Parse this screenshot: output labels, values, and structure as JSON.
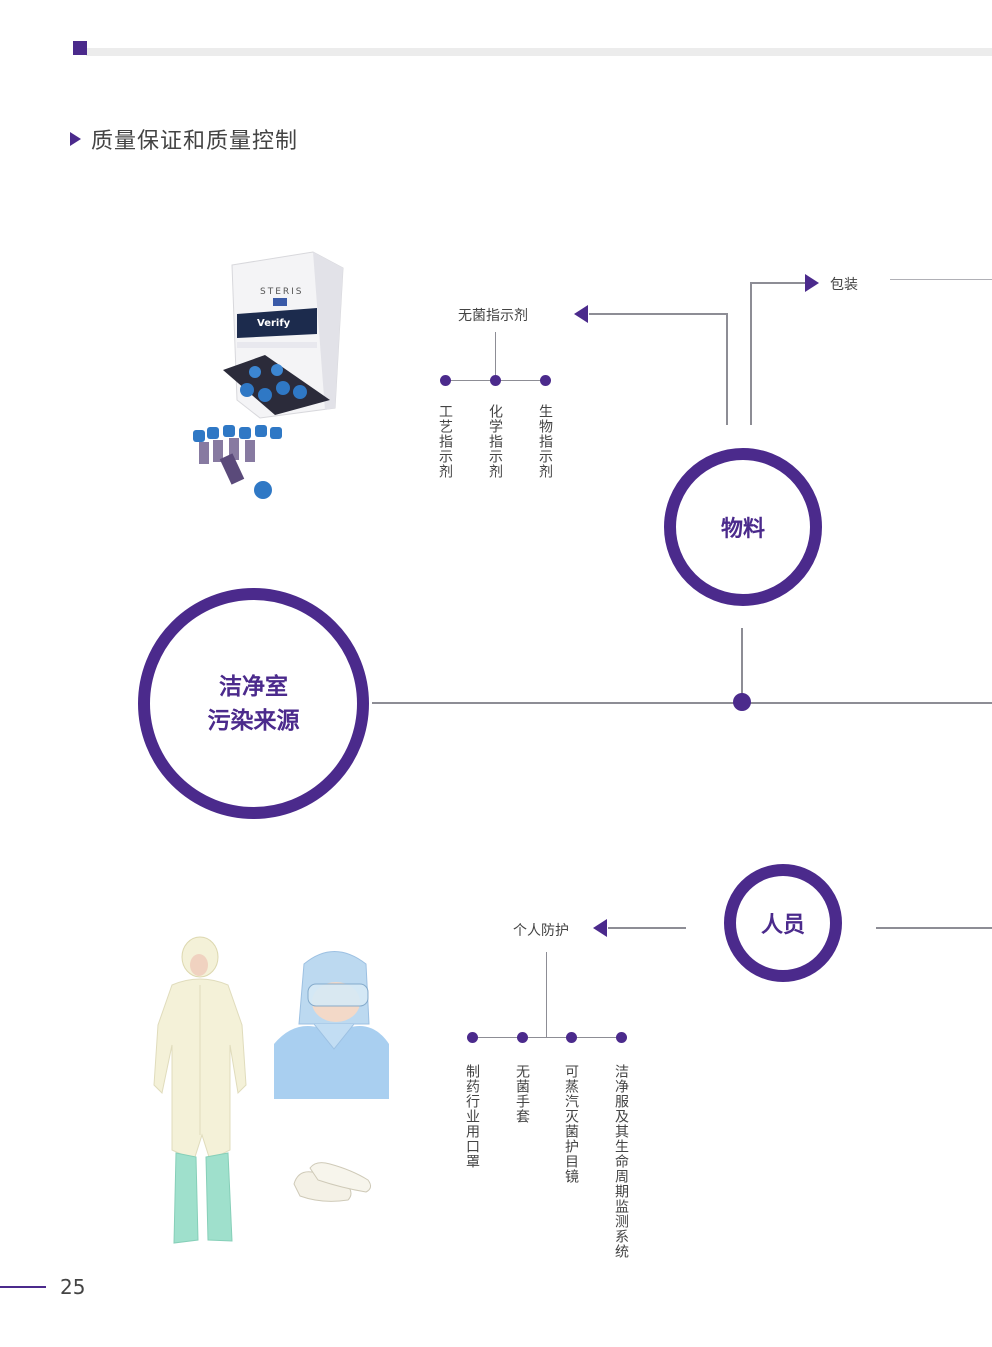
{
  "section": {
    "title": "质量保证和质量控制"
  },
  "center": {
    "line1": "洁净室",
    "line2": "污染来源"
  },
  "material": {
    "label": "物料",
    "packaging": "包装",
    "indicators": {
      "title": "无菌指示剂",
      "items": [
        "工艺指示剂",
        "化学指示剂",
        "生物指示剂"
      ]
    },
    "product_image": {
      "brand": "STERIS",
      "product": "Verify"
    }
  },
  "personnel": {
    "label": "人员",
    "protection": {
      "title": "个人防护",
      "items": [
        "制药行业用口罩",
        "无菌手套",
        "可蒸汽灭菌护目镜",
        "洁净服及其生命周期监测系统"
      ]
    }
  },
  "page_number": "25",
  "colors": {
    "accent": "#4b2a8c",
    "line": "#8d8d95"
  }
}
